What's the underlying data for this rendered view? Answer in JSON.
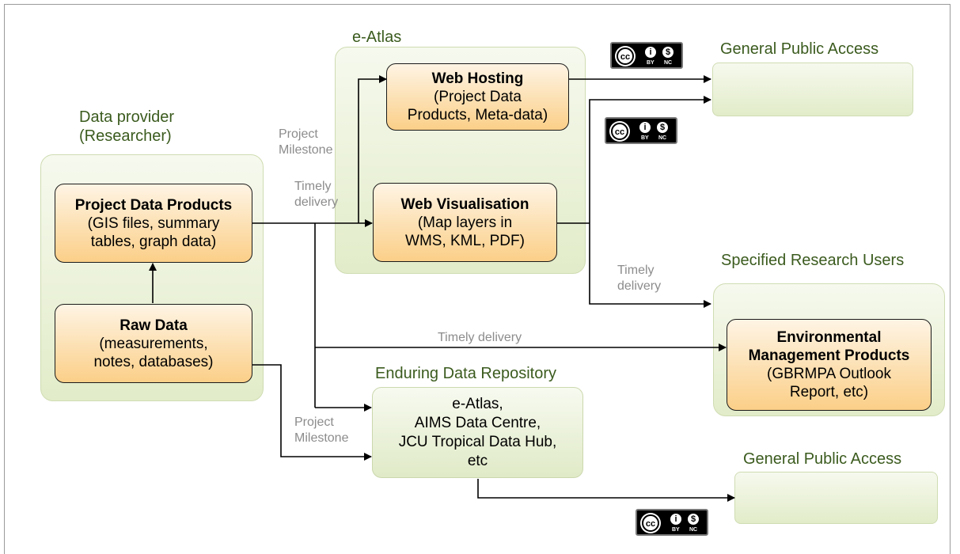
{
  "groups": {
    "data_provider": "Data provider\n(Researcher)",
    "e_atlas": "e-Atlas",
    "general_public_1": "General Public Access",
    "specified_research": "Specified Research Users",
    "enduring_repo": "Enduring Data Repository",
    "general_public_2": "General Public Access"
  },
  "boxes": {
    "project_data": {
      "title": "Project Data Products",
      "body": "(GIS files, summary\ntables, graph data)"
    },
    "raw_data": {
      "title": "Raw Data",
      "body": "(measurements,\nnotes, databases)"
    },
    "web_hosting": {
      "title": "Web Hosting",
      "body": "(Project Data\nProducts, Meta-data)"
    },
    "web_vis": {
      "title": "Web Visualisation",
      "body": "(Map layers in\nWMS, KML, PDF)"
    },
    "env_mgmt": {
      "title": "Environmental\nManagement Products",
      "body": "(GBRMPA Outlook\nReport, etc)"
    },
    "repo": "e-Atlas,\nAIMS Data Centre,\nJCU Tropical Data Hub,\netc"
  },
  "edge_labels": {
    "project_milestone_1": "Project\nMilestone",
    "timely_1": "Timely\ndelivery",
    "timely_2": "Timely\ndelivery",
    "timely_3": "Timely delivery",
    "project_milestone_2": "Project\nMilestone"
  },
  "license": {
    "icon": "cc-by-nc-license-icon",
    "cc": "cc",
    "by": "BY",
    "nc": "NC"
  }
}
